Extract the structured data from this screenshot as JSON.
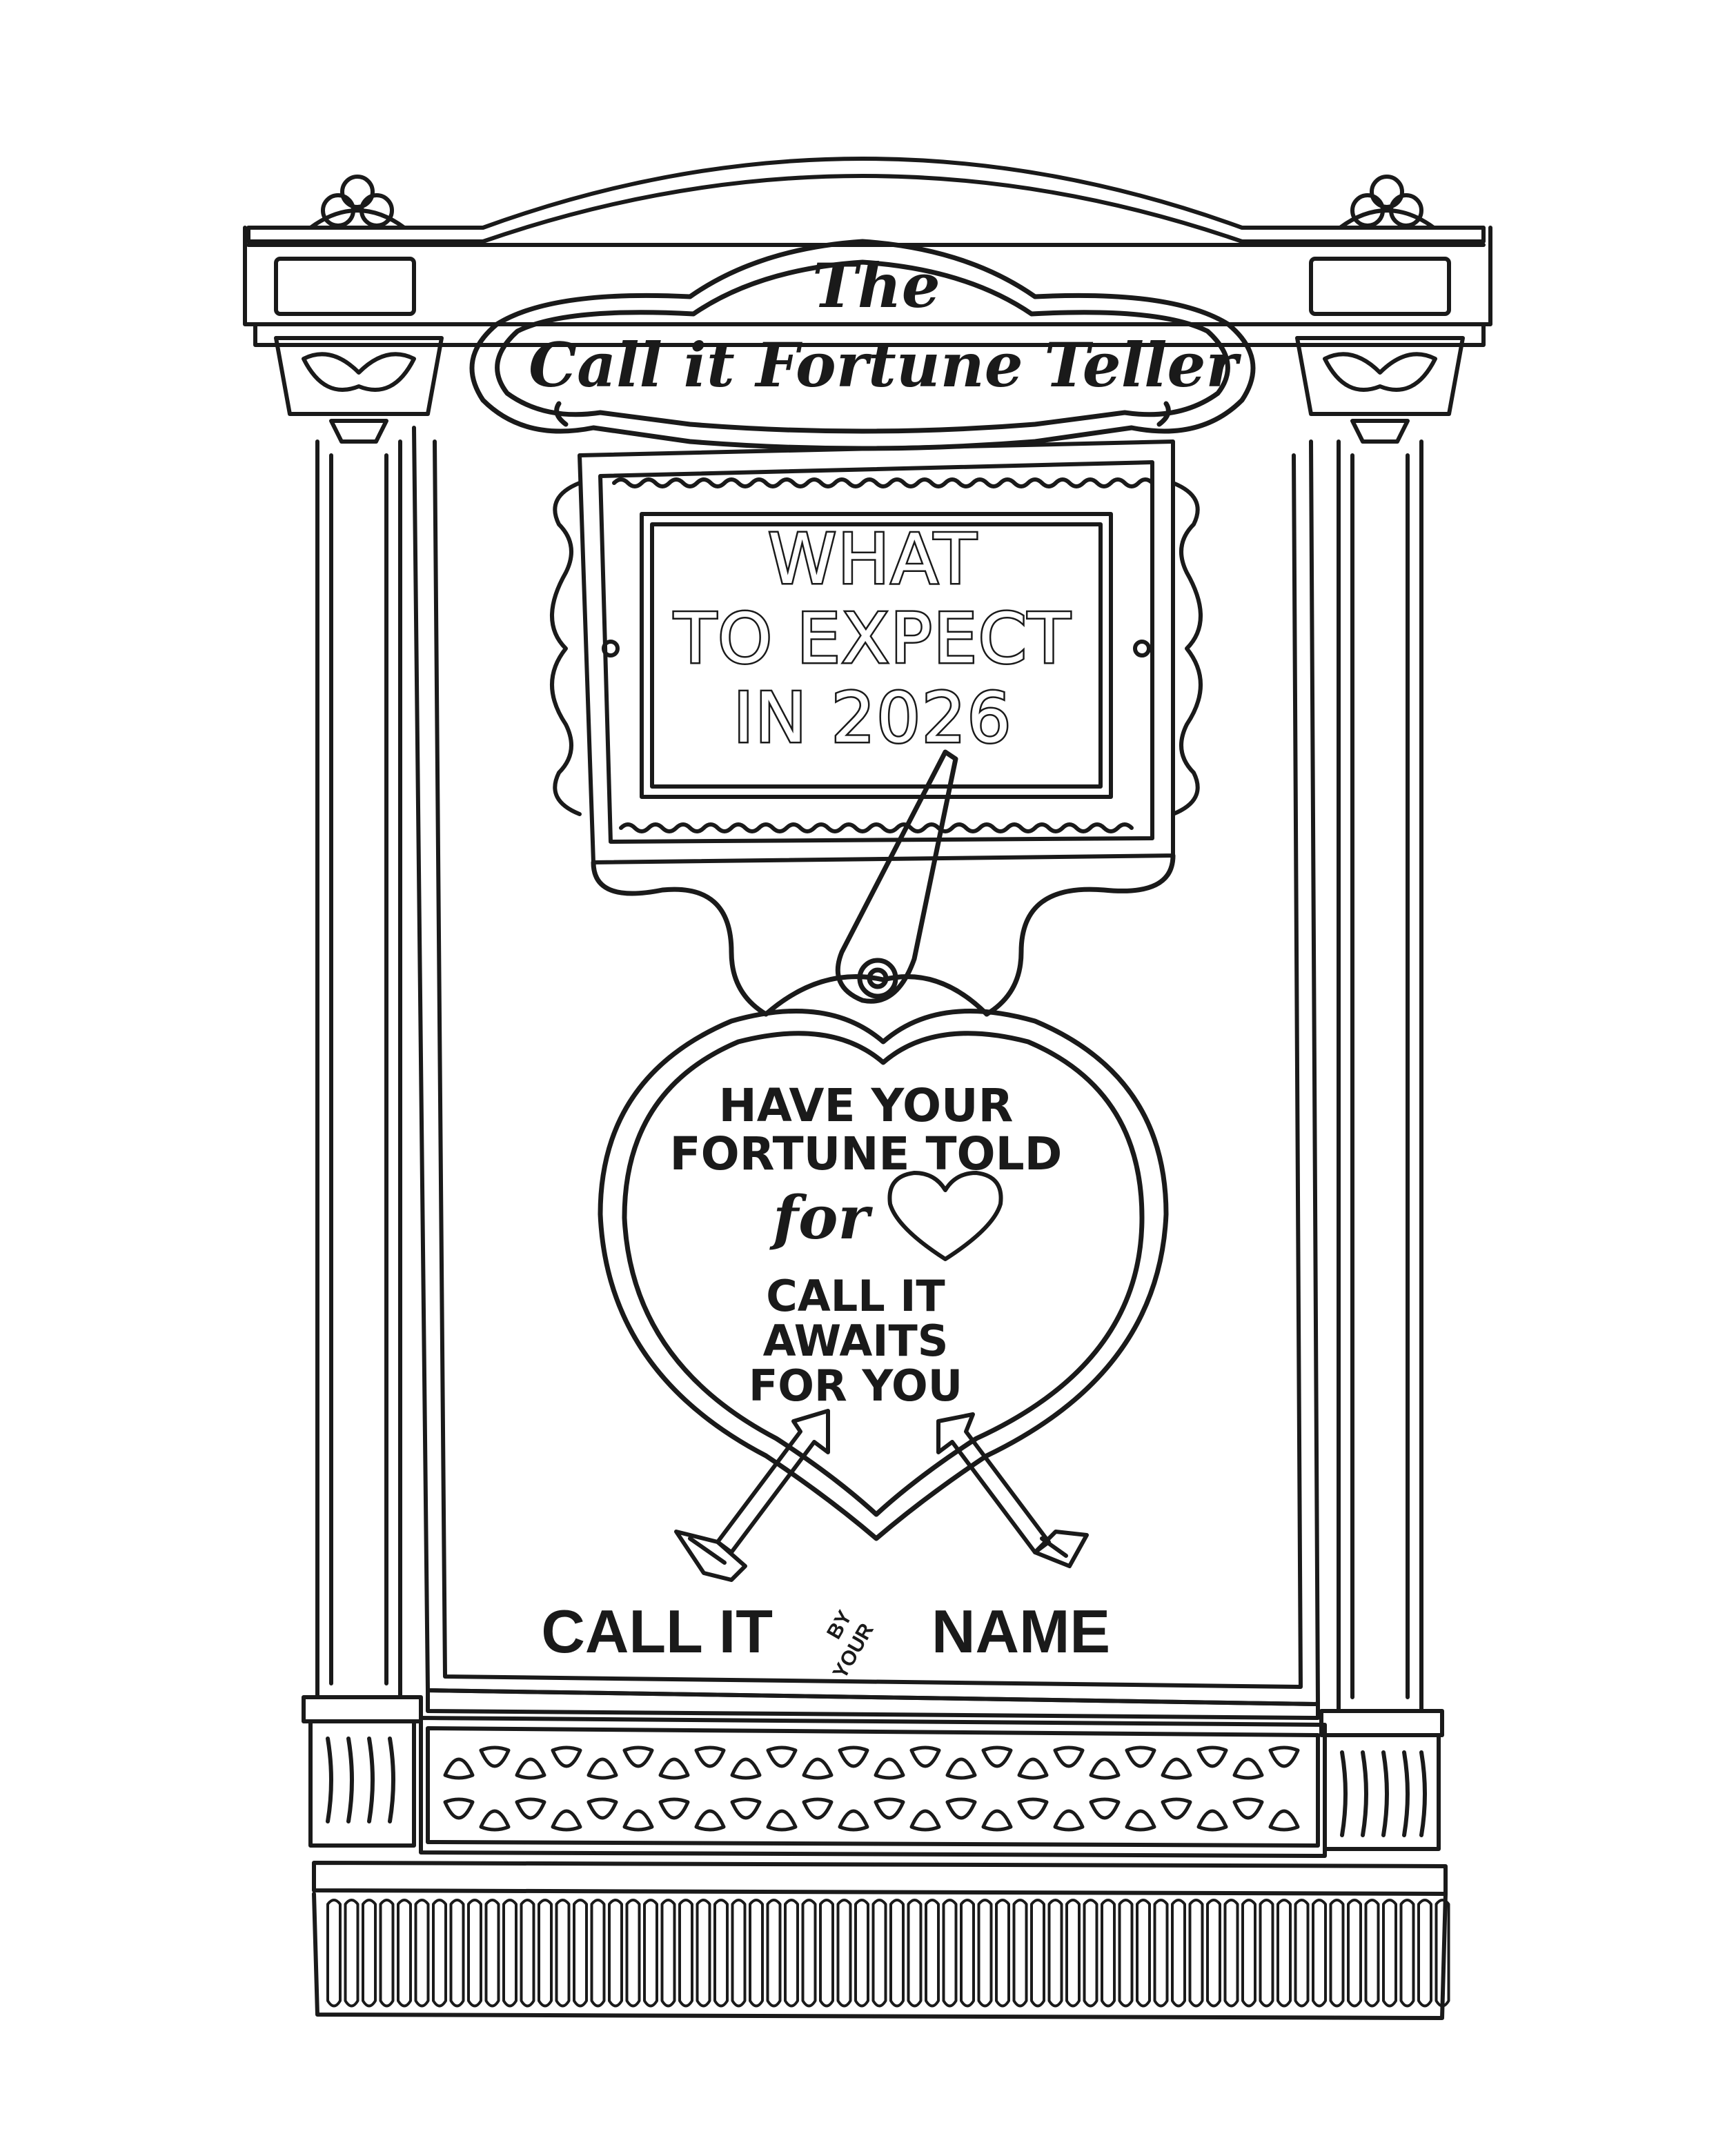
{
  "sign": {
    "title_top": "The",
    "title_main": "Call it Fortune Teller"
  },
  "card": {
    "line1": "WHAT",
    "line2": "TO EXPECT",
    "line3": "IN 2026"
  },
  "heart": {
    "line1": "HAVE YOUR",
    "line2": "FORTUNE TOLD",
    "for_word": "for",
    "line3": "CALL IT",
    "line4": "AWAITS",
    "line5": "FOR YOU"
  },
  "logo": {
    "left": "CALL IT",
    "small_top": "BY",
    "small_bottom": "YOUR",
    "right": "NAME"
  },
  "colors": {
    "ink": "#1a1a1a",
    "background": "#ffffff"
  }
}
